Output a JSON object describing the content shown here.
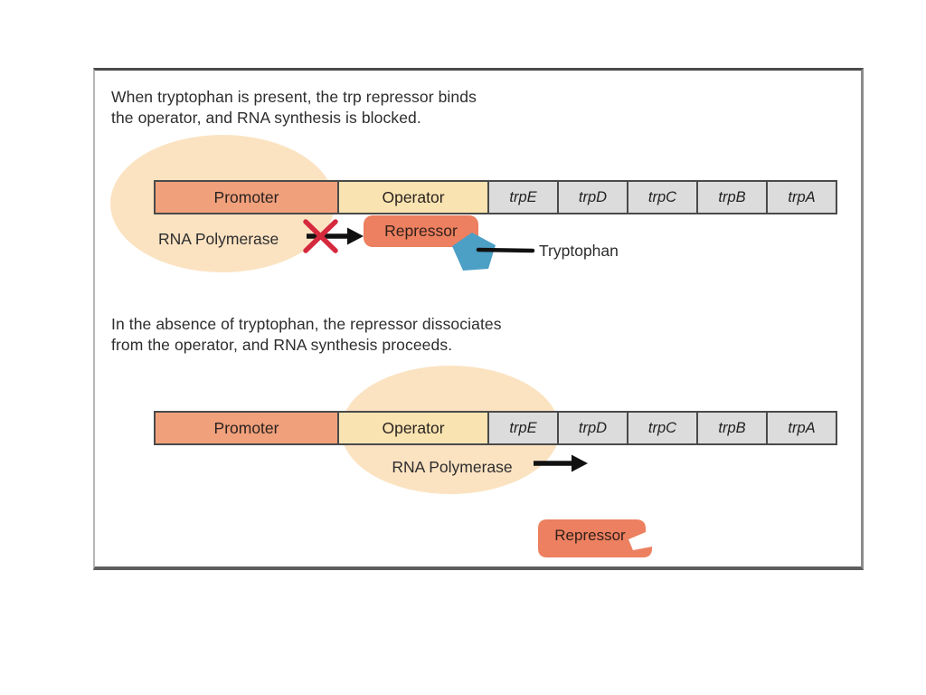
{
  "panel": {
    "section1": {
      "caption": [
        "When tryptophan is present, the trp repressor binds",
        "the operator, and RNA synthesis is blocked."
      ],
      "operon": {
        "promoter": "Promoter",
        "operator": "Operator",
        "genes": [
          "trpE",
          "trpD",
          "trpC",
          "trpB",
          "trpA"
        ]
      },
      "rna_polymerase_label": "RNA Polymerase",
      "repressor_label": "Repressor",
      "tryptophan_label": "Tryptophan"
    },
    "section2": {
      "caption": [
        "In the absence of tryptophan, the repressor dissociates",
        "from the operator, and RNA synthesis proceeds."
      ],
      "operon": {
        "promoter": "Promoter",
        "operator": "Operator",
        "genes": [
          "trpE",
          "trpD",
          "trpC",
          "trpB",
          "trpA"
        ]
      },
      "rna_polymerase_label": "RNA Polymerase",
      "repressor_label": "Repressor"
    },
    "colors": {
      "promoter_fill": "#f0a07b",
      "operator_fill": "#f9e4b1",
      "gene_fill": "#dcdcdc",
      "box_border": "#4a4a4a",
      "repressor_fill": "#ec8060",
      "tryptophan_blue": "#4c9fc5",
      "ellipse_peach": "#fbe3c2",
      "arrow_black": "#111111",
      "blocked_x_red": "#d5293d",
      "text_dark": "#2d2d2d"
    }
  }
}
